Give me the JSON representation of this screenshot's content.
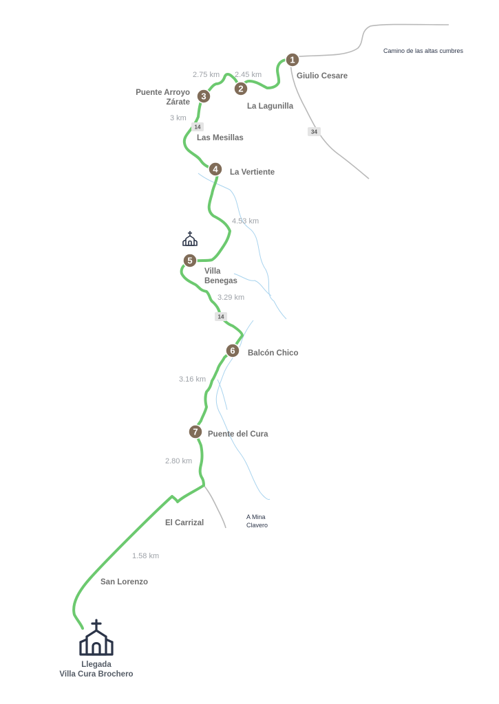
{
  "colors": {
    "route": "#6cc96f",
    "road": "#b9b9b9",
    "river": "#a8d3ee",
    "stop_fill": "#806c58",
    "church": "#2b3448",
    "shield_bg": "#e4e4e4"
  },
  "external_labels": {
    "camino": "Camino de las altas cumbres",
    "mina_line1": "A Mina",
    "mina_line2": "Clavero"
  },
  "road_shields": [
    {
      "name": "route-34-shield",
      "label": "34"
    },
    {
      "name": "route-14-shield-north",
      "label": "14"
    },
    {
      "name": "route-14-shield-south",
      "label": "14"
    }
  ],
  "stops": [
    {
      "number": "1",
      "name": "Giulio Cesare"
    },
    {
      "number": "2",
      "name": "La Lagunilla"
    },
    {
      "number": "3",
      "name_line1": "Puente Arroyo",
      "name_line2": "Zárate"
    },
    {
      "number": "4",
      "name": "La Vertiente"
    },
    {
      "number": "5",
      "name_line1": "Villa",
      "name_line2": "Benegas"
    },
    {
      "number": "6",
      "name": "Balcón Chico"
    },
    {
      "number": "7",
      "name": "Puente del Cura"
    }
  ],
  "places": {
    "las_mesillas": "Las Mesillas",
    "el_carrizal": "El Carrizal",
    "san_lorenzo": "San Lorenzo"
  },
  "distances": {
    "d_1_2": "2.45 km",
    "d_2_3": "2.75 km",
    "d_3_4": "3 km",
    "d_4_5": "4.53 km",
    "d_5_6": "3.29 km",
    "d_6_7": "3.16 km",
    "d_7_carrizal": "2.80 km",
    "d_carrizal_end": "1.58 km"
  },
  "finish": {
    "line1": "Llegada",
    "line2": "Villa Cura Brochero",
    "icon": "church-icon"
  },
  "landmark_icon": "church-icon"
}
